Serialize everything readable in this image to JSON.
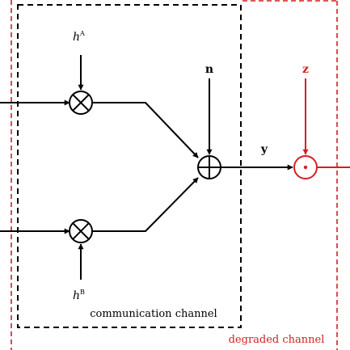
{
  "colors": {
    "ink": "#000000",
    "accent": "#d42020"
  },
  "labels": {
    "h_a_base": "h",
    "h_a_sup": "A",
    "h_b_base": "h",
    "h_b_sup": "B",
    "n": "n",
    "y": "y",
    "z": "z",
    "communication_channel": "communication channel",
    "degraded_channel": "degraded channel"
  }
}
